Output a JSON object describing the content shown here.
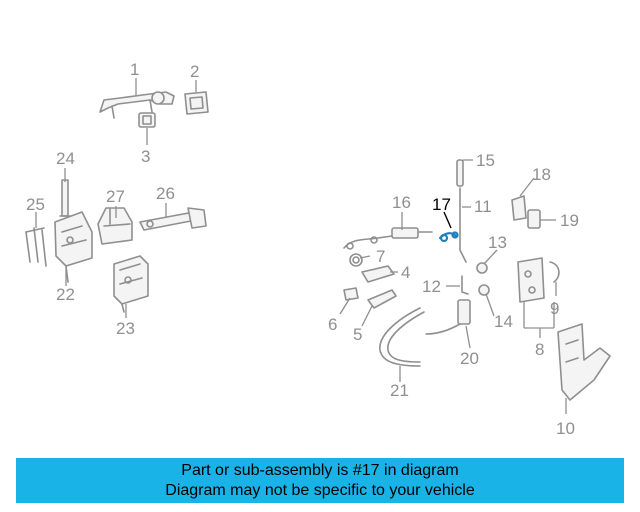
{
  "diagram": {
    "highlight_color": "#1f7fb8",
    "line_color": "#8f8f8f",
    "callouts": [
      "1",
      "2",
      "3",
      "4",
      "5",
      "6",
      "7",
      "8",
      "9",
      "10",
      "11",
      "12",
      "13",
      "14",
      "15",
      "16",
      "17",
      "18",
      "19",
      "20",
      "21",
      "22",
      "23",
      "24",
      "25",
      "26",
      "27"
    ],
    "highlighted": "17"
  },
  "banner": {
    "line1": "Part or sub-assembly is #17 in diagram",
    "line2": "Diagram may not be specific to your vehicle",
    "background": "#1ab3e8"
  }
}
